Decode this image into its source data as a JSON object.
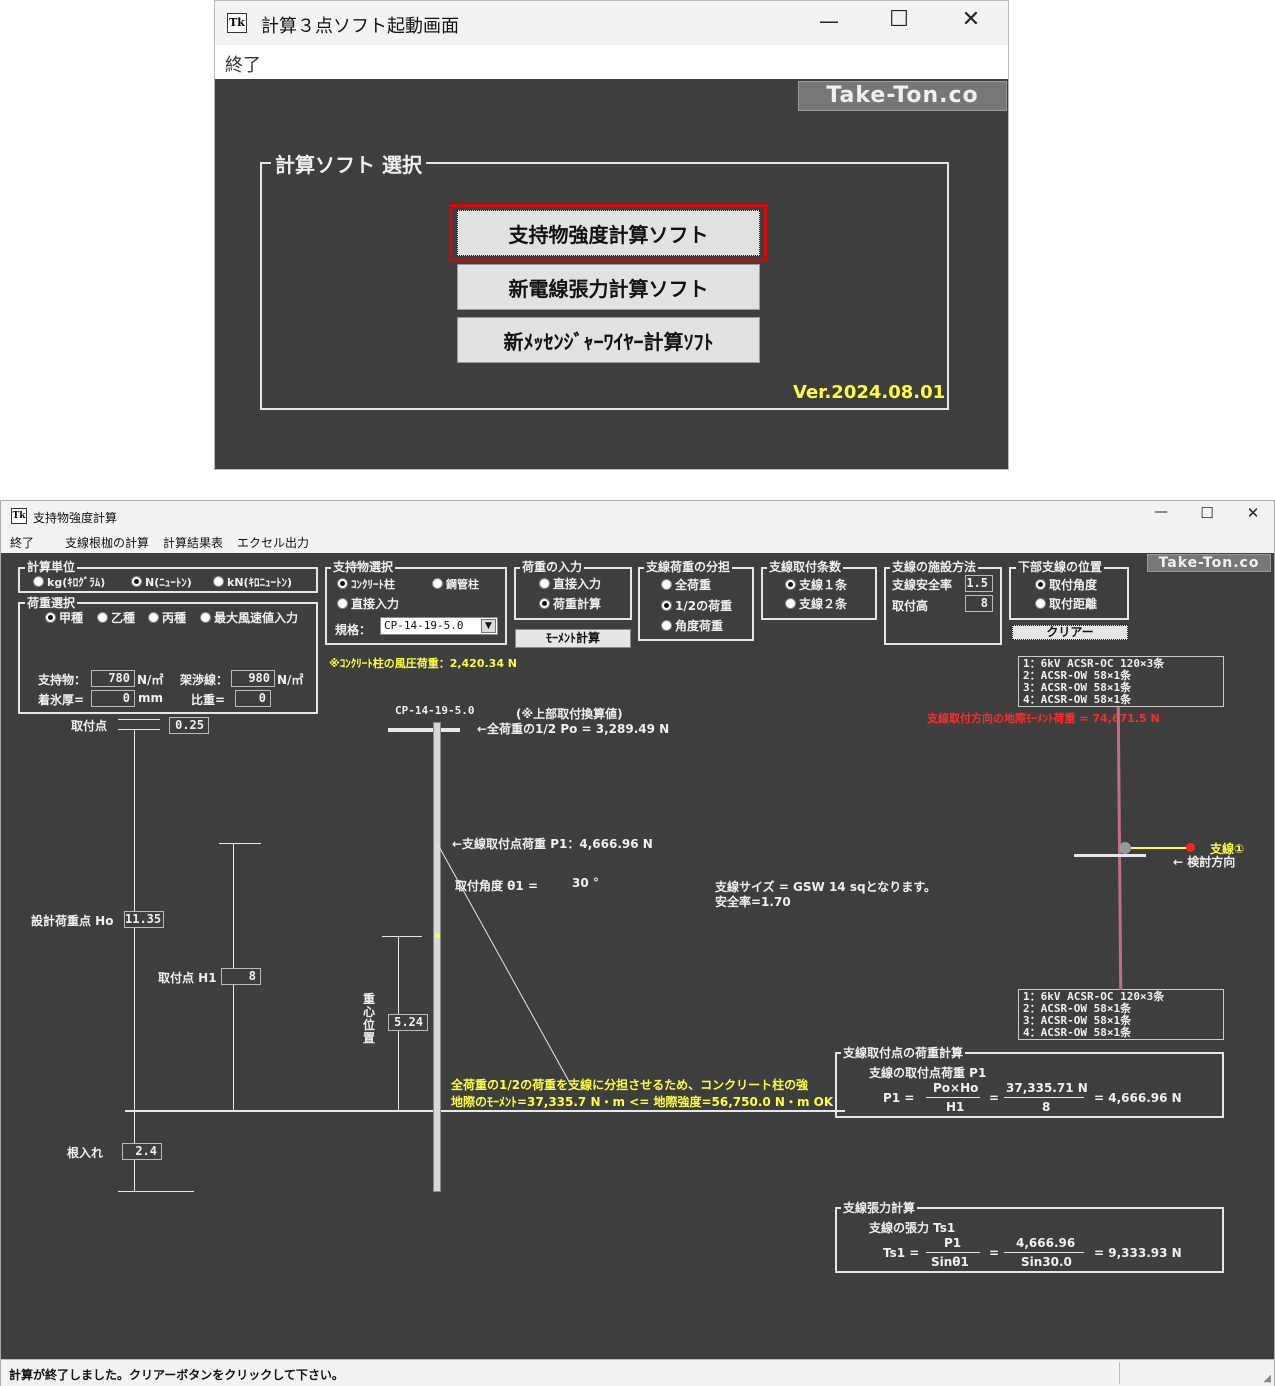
{
  "launcher": {
    "title": "計算３点ソフト起動画面",
    "menu_exit": "終了",
    "brand": "Take-Ton.co",
    "group_title": "計算ソフト 選択",
    "buttons": [
      "支持物強度計算ソフト",
      "新電線張力計算ソフト",
      "新ﾒｯｾﾝｼﾞｬｰﾜｲﾔｰ計算ｿﾌﾄ"
    ],
    "version": "Ver.2024.08.01",
    "highlight_color": "#e00000"
  },
  "main": {
    "title": "支持物強度計算",
    "menu": [
      "終了",
      "支線根枷の計算",
      "計算結果表",
      "エクセル出力"
    ],
    "brand": "Take-Ton.co",
    "unit": {
      "title": "計算単位",
      "options": [
        "kg(ｷﾛｸﾞﾗﾑ)",
        "N(ﾆｭｰﾄﾝ)",
        "kN(ｷﾛﾆｭｰﾄﾝ)"
      ],
      "selected": 1
    },
    "load_sel": {
      "title": "荷重選択",
      "options": [
        "甲種",
        "乙種",
        "丙種",
        "最大風速値入力"
      ],
      "selected": 0,
      "support_label": "支持物：",
      "support_value": "780",
      "support_unit": "N/㎡",
      "wire_label": "架渉線：",
      "wire_value": "980",
      "wire_unit": "N/㎡",
      "ice_label": "着氷厚=",
      "ice_value": "0",
      "ice_unit": "mm",
      "sg_label": "比重=",
      "sg_value": "0"
    },
    "support_sel": {
      "title": "支持物選択",
      "options": [
        "ｺﾝｸﾘｰﾄ柱",
        "鋼管柱",
        "直接入力"
      ],
      "selected": 0,
      "spec_label": "規格：",
      "spec_value": "CP-14-19-5.0"
    },
    "load_input": {
      "title": "荷重の入力",
      "options": [
        "直接入力",
        "荷重計算"
      ],
      "selected": 1
    },
    "moment_button": "ﾓｰﾒﾝﾄ計算",
    "wind_note": "※ｺﾝｸﾘｰﾄ柱の風圧荷重：2,420.34 N",
    "share": {
      "title": "支線荷重の分担",
      "options": [
        "全荷重",
        "1/2の荷重",
        "角度荷重"
      ],
      "selected": 1
    },
    "count": {
      "title": "支線取付条数",
      "options": [
        "支線１条",
        "支線２条"
      ],
      "selected": 0
    },
    "method": {
      "title": "支線の施設方法",
      "safety_label": "支線安全率",
      "safety_value": "1.5",
      "height_label": "取付高",
      "height_value": "8"
    },
    "lower": {
      "title": "下部支線の位置",
      "options": [
        "取付角度",
        "取付距離"
      ],
      "selected": 0
    },
    "clear_button": "クリアー",
    "wires_top": [
      "1：6kV ACSR-OC 120×3条",
      "2：ACSR-OW 58×1条",
      "3：ACSR-OW 58×1条",
      "4：ACSR-OW 58×1条"
    ],
    "wires_bottom": [
      "1：6kV ACSR-OC 120×3条",
      "2：ACSR-OW 58×1条",
      "3：ACSR-OW 58×1条",
      "4：ACSR-OW 58×1条"
    ],
    "ground_moment": "支線取付方向の地際ﾓｰﾒﾝﾄ荷重 = 74,671.5 N",
    "stay_label": "支線①",
    "dir_label": "← 検討方向",
    "attach_point_label": "取付点",
    "attach_point_value": "0.25",
    "design_load_label": "設計荷重点 Ho",
    "design_load_value": "11.35",
    "h1_label": "取付点 H1",
    "h1_value": "8",
    "cg_label": "重心位置",
    "cg_value": "5.24",
    "embed_label": "根入れ",
    "embed_value": "2.4",
    "pole_name": "CP-14-19-5.0",
    "upper_note": "(※上部取付換算値)",
    "po_text": "←全荷重の1/2 Po = 3,289.49 N",
    "p1_text": "←支線取付点荷重 P1：4,666.96 N",
    "angle_label": "取付角度 θ1 =",
    "angle_value": "30 °",
    "size_text": "支線サイズ = GSW 14 sqとなります。",
    "safety_text": "安全率=1.70",
    "yellow1": "全荷重の1/2の荷重を支線に分担させるため、コンクリート柱の強",
    "yellow2": "地際のﾓｰﾒﾝﾄ=37,335.7 N・m <= 地際強度=56,750.0 N・m OK",
    "calc1": {
      "title": "支線取付点の荷重計算",
      "sub": "支線の取付点荷重 P1",
      "lhs": "P1 =",
      "num1": "Po×Ho",
      "den1": "H1",
      "eq": "=",
      "num2": "37,335.71 N",
      "den2": "8",
      "result": "= 4,666.96 N"
    },
    "calc2": {
      "title": "支線張力計算",
      "sub": "支線の張力 Ts1",
      "lhs": "Ts1 =",
      "num1": "P1",
      "den1": "Sinθ1",
      "eq": "=",
      "num2": "4,666.96",
      "den2": "Sin30.0",
      "result": "= 9,333.93 N"
    },
    "status": "計算が終了しました。クリアーボタンをクリックして下さい。"
  }
}
